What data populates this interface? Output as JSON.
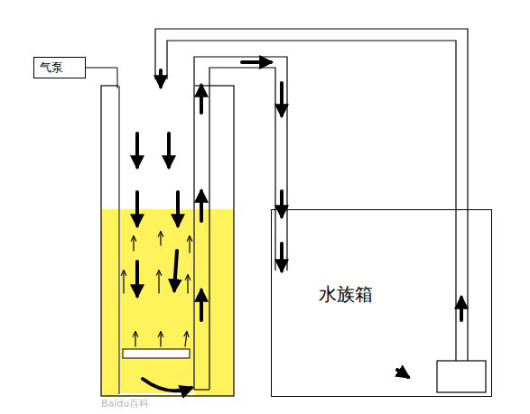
{
  "diagram": {
    "nodes": [
      {
        "text": [
          "气泵"
        ]
      },
      {
        "text": [
          "水族箱"
        ]
      }
    ],
    "labels": [
      "Baidu百科"
    ]
  }
}
